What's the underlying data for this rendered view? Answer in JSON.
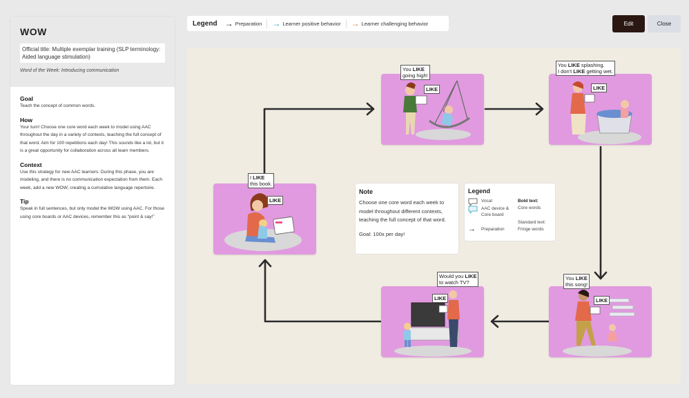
{
  "left_panel": {
    "title": "WOW",
    "official_title": "Official title: Multiple exemplar training (SLP terminology: Aided language stimulation)",
    "subtitle": "Word of the Week: Introducing communication",
    "sections": [
      {
        "title": "Goal",
        "text": "Teach the concept of common words."
      },
      {
        "title": "How",
        "text": "Your turn! Choose one core word each week to model using AAC throughout the day in a variety of contexts, teaching the full concept of that word. Aim for 100 repetitions each day! This sounds like a lot, but it is a great opportunity for collaboration across all team members."
      },
      {
        "title": "Context",
        "text": "Use this strategy for new AAC learners. During this phase, you are modeling, and there is no communication expectation from them. Each week, add a new WOW, creating a cumulative language repertoire."
      },
      {
        "title": "Tip",
        "text": "Speak in full sentences, but only model the WOW using AAC. For those using core boards or AAC devices, remember this as “point & say!”"
      }
    ]
  },
  "legend_bar": {
    "title": "Legend",
    "items": [
      {
        "label": "Preparation",
        "icon": "arrow-right-icon",
        "color": "#222222"
      },
      {
        "label": "Learner positive behavior",
        "icon": "arrow-right-icon",
        "color": "#29a3b8"
      },
      {
        "label": "Learner challenging behavior",
        "icon": "arrow-right-icon",
        "color": "#e07a4a"
      }
    ]
  },
  "buttons": {
    "edit": "Edit",
    "close": "Close"
  },
  "scenes": [
    {
      "id": "book",
      "bubble_pre": "I ",
      "bubble_bold": "LIKE",
      "bubble_post": "\nthis book.",
      "card_label": "LIKE"
    },
    {
      "id": "swing",
      "bubble_pre": "You ",
      "bubble_bold": "LIKE",
      "bubble_post": "\ngoing high!",
      "card_label": "LIKE"
    },
    {
      "id": "splash",
      "bubble_pre": "You ",
      "bubble_bold": "LIKE",
      "bubble_post": " splashing.\nI don't ",
      "bubble_bold2": "LIKE",
      "bubble_post2": " getting wet.",
      "card_label": "LIKE"
    },
    {
      "id": "song",
      "bubble_pre": "You ",
      "bubble_bold": "LIKE",
      "bubble_post": "\nthis song!",
      "card_label": "LIKE"
    },
    {
      "id": "tv",
      "bubble_pre": "Would you ",
      "bubble_bold": "LIKE",
      "bubble_post": "\nto watch TV?",
      "card_label": "LIKE"
    }
  ],
  "note": {
    "title": "Note",
    "text": "Choose one core word each week to model throughout different contexts, teaching the full concept of that word.",
    "goal": "Goal: 100x per day!"
  },
  "legend_box": {
    "title": "Legend",
    "vocal": "Vocal",
    "aac": "AAC device & Core board",
    "preparation": "Preparation",
    "bold_title": "Bold text:",
    "bold_desc": "Core words",
    "standard_title": "Standard text:",
    "standard_desc": "Fringe words"
  },
  "colors": {
    "card": "#e19ae0",
    "canvas": "#f0ece2",
    "edit_button": "#2a1712",
    "close_button": "#dcdee5"
  }
}
